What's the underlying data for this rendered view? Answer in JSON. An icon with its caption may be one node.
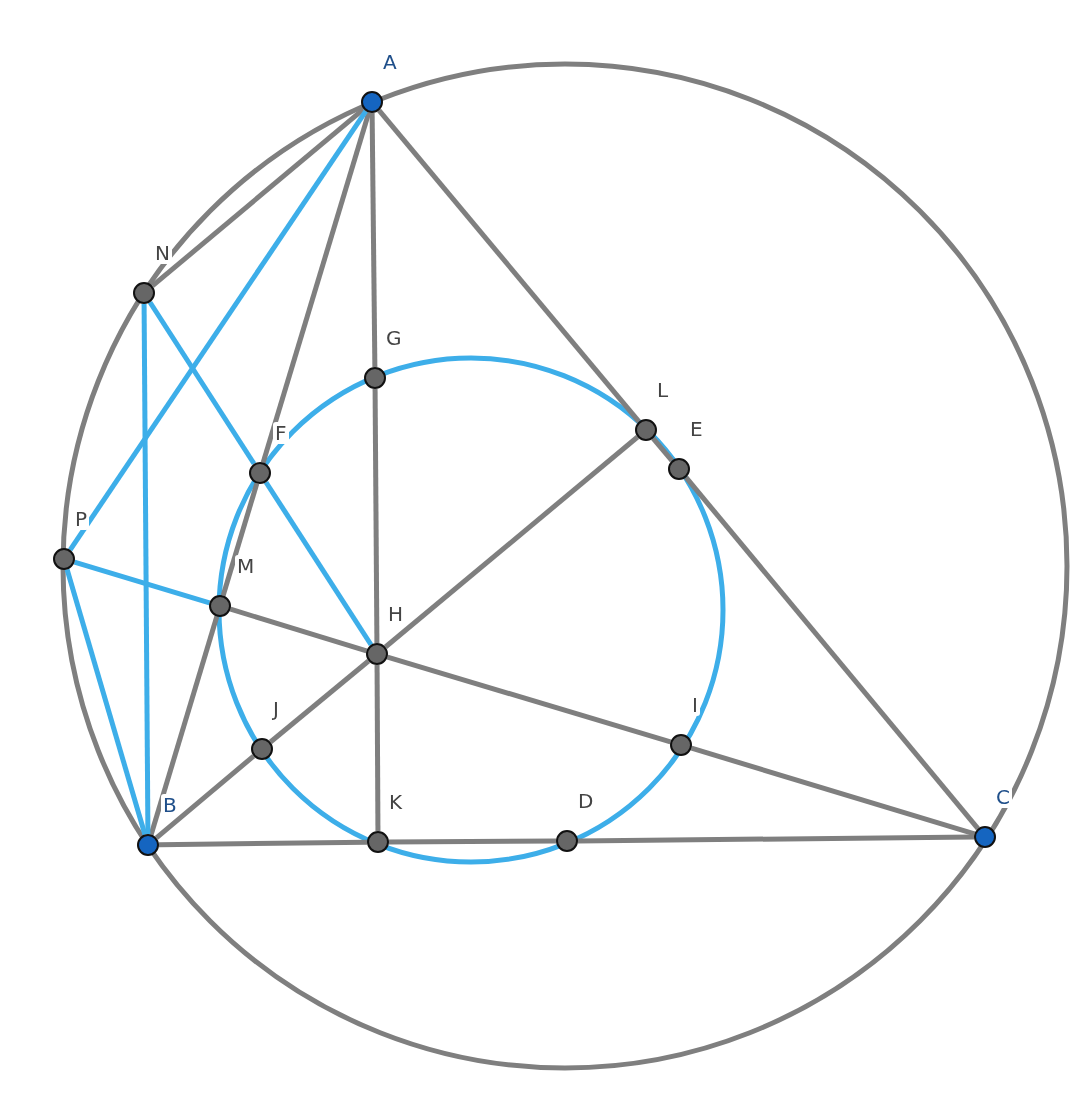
{
  "diagram": {
    "nodes": [
      {
        "text": [
          "A"
        ]
      },
      {
        "text": [
          "N"
        ]
      },
      {
        "text": [
          "G"
        ]
      },
      {
        "text": [
          "L"
        ]
      },
      {
        "text": [
          "E"
        ]
      },
      {
        "text": [
          "F"
        ]
      },
      {
        "text": [
          "P"
        ]
      },
      {
        "text": [
          "M"
        ]
      },
      {
        "text": [
          "H"
        ]
      },
      {
        "text": [
          "I"
        ]
      },
      {
        "text": [
          "J"
        ]
      },
      {
        "text": [
          "B"
        ]
      },
      {
        "text": [
          "K"
        ]
      },
      {
        "text": [
          "D"
        ]
      },
      {
        "text": [
          "C"
        ]
      }
    ],
    "edges": [
      {
        "from": 0,
        "to": 1,
        "arrow": "none"
      },
      {
        "from": 0,
        "to": 5,
        "arrow": "none"
      },
      {
        "from": 5,
        "to": 7,
        "arrow": "none"
      },
      {
        "from": 7,
        "to": 11,
        "arrow": "none"
      },
      {
        "from": 0,
        "to": 2,
        "arrow": "none"
      },
      {
        "from": 2,
        "to": 8,
        "arrow": "none"
      },
      {
        "from": 8,
        "to": 12,
        "arrow": "none"
      },
      {
        "from": 0,
        "to": 3,
        "arrow": "none"
      },
      {
        "from": 3,
        "to": 4,
        "arrow": "none"
      },
      {
        "from": 4,
        "to": 14,
        "arrow": "none"
      },
      {
        "from": 11,
        "to": 12,
        "arrow": "none"
      },
      {
        "from": 12,
        "to": 13,
        "arrow": "none"
      },
      {
        "from": 13,
        "to": 14,
        "arrow": "none"
      },
      {
        "from": 11,
        "to": 10,
        "arrow": "none"
      },
      {
        "from": 10,
        "to": 8,
        "arrow": "none"
      },
      {
        "from": 8,
        "to": 3,
        "arrow": "none"
      },
      {
        "from": 14,
        "to": 9,
        "arrow": "none"
      },
      {
        "from": 9,
        "to": 8,
        "arrow": "none"
      },
      {
        "from": 8,
        "to": 7,
        "arrow": "none"
      },
      {
        "from": 0,
        "to": 6,
        "arrow": "none",
        "color": "#3daee9"
      },
      {
        "from": 1,
        "to": 11,
        "arrow": "none",
        "color": "#3daee9"
      },
      {
        "from": 1,
        "to": 5,
        "arrow": "none",
        "color": "#3daee9"
      },
      {
        "from": 5,
        "to": 8,
        "arrow": "none",
        "color": "#3daee9"
      },
      {
        "from": 6,
        "to": 11,
        "arrow": "none",
        "color": "#3daee9"
      },
      {
        "from": 6,
        "to": 7,
        "arrow": "none",
        "color": "#3daee9"
      }
    ]
  }
}
